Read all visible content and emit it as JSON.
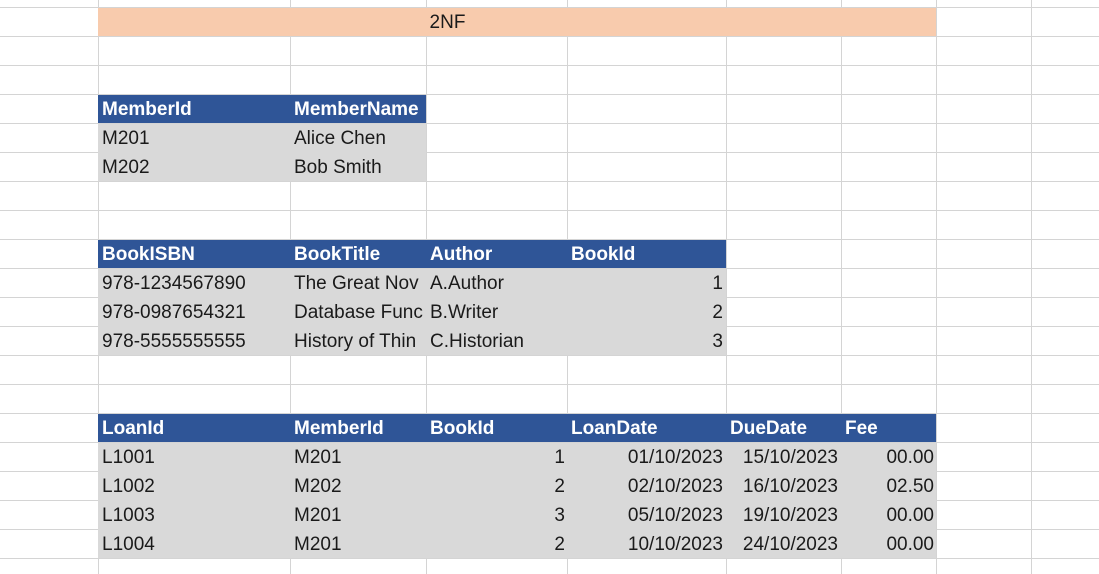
{
  "title": "2NF",
  "members": {
    "headers": [
      "MemberId",
      "MemberName"
    ],
    "rows": [
      [
        "M201",
        "Alice Chen"
      ],
      [
        "M202",
        "Bob Smith"
      ]
    ]
  },
  "books": {
    "headers": [
      "BookISBN",
      "BookTitle",
      "Author",
      "BookId"
    ],
    "rows": [
      [
        "978-1234567890",
        "The Great Nov",
        "A.Author",
        "1"
      ],
      [
        "978-0987654321",
        "Database Func",
        "B.Writer",
        "2"
      ],
      [
        "978-5555555555",
        "History of Thin",
        "C.Historian",
        "3"
      ]
    ]
  },
  "loans": {
    "headers": [
      "LoanId",
      "MemberId",
      "BookId",
      "LoanDate",
      "DueDate",
      "Fee"
    ],
    "rows": [
      [
        "L1001",
        "M201",
        "1",
        "01/10/2023",
        "15/10/2023",
        "00.00"
      ],
      [
        "L1002",
        "M202",
        "2",
        "02/10/2023",
        "16/10/2023",
        "02.50"
      ],
      [
        "L1003",
        "M201",
        "3",
        "05/10/2023",
        "19/10/2023",
        "00.00"
      ],
      [
        "L1004",
        "M201",
        "2",
        "10/10/2023",
        "24/10/2023",
        "00.00"
      ]
    ]
  },
  "colors": {
    "banner": "#f8cbad",
    "header": "#2f5597",
    "body": "#d9d9d9",
    "gridline": "#d4d4d4"
  }
}
